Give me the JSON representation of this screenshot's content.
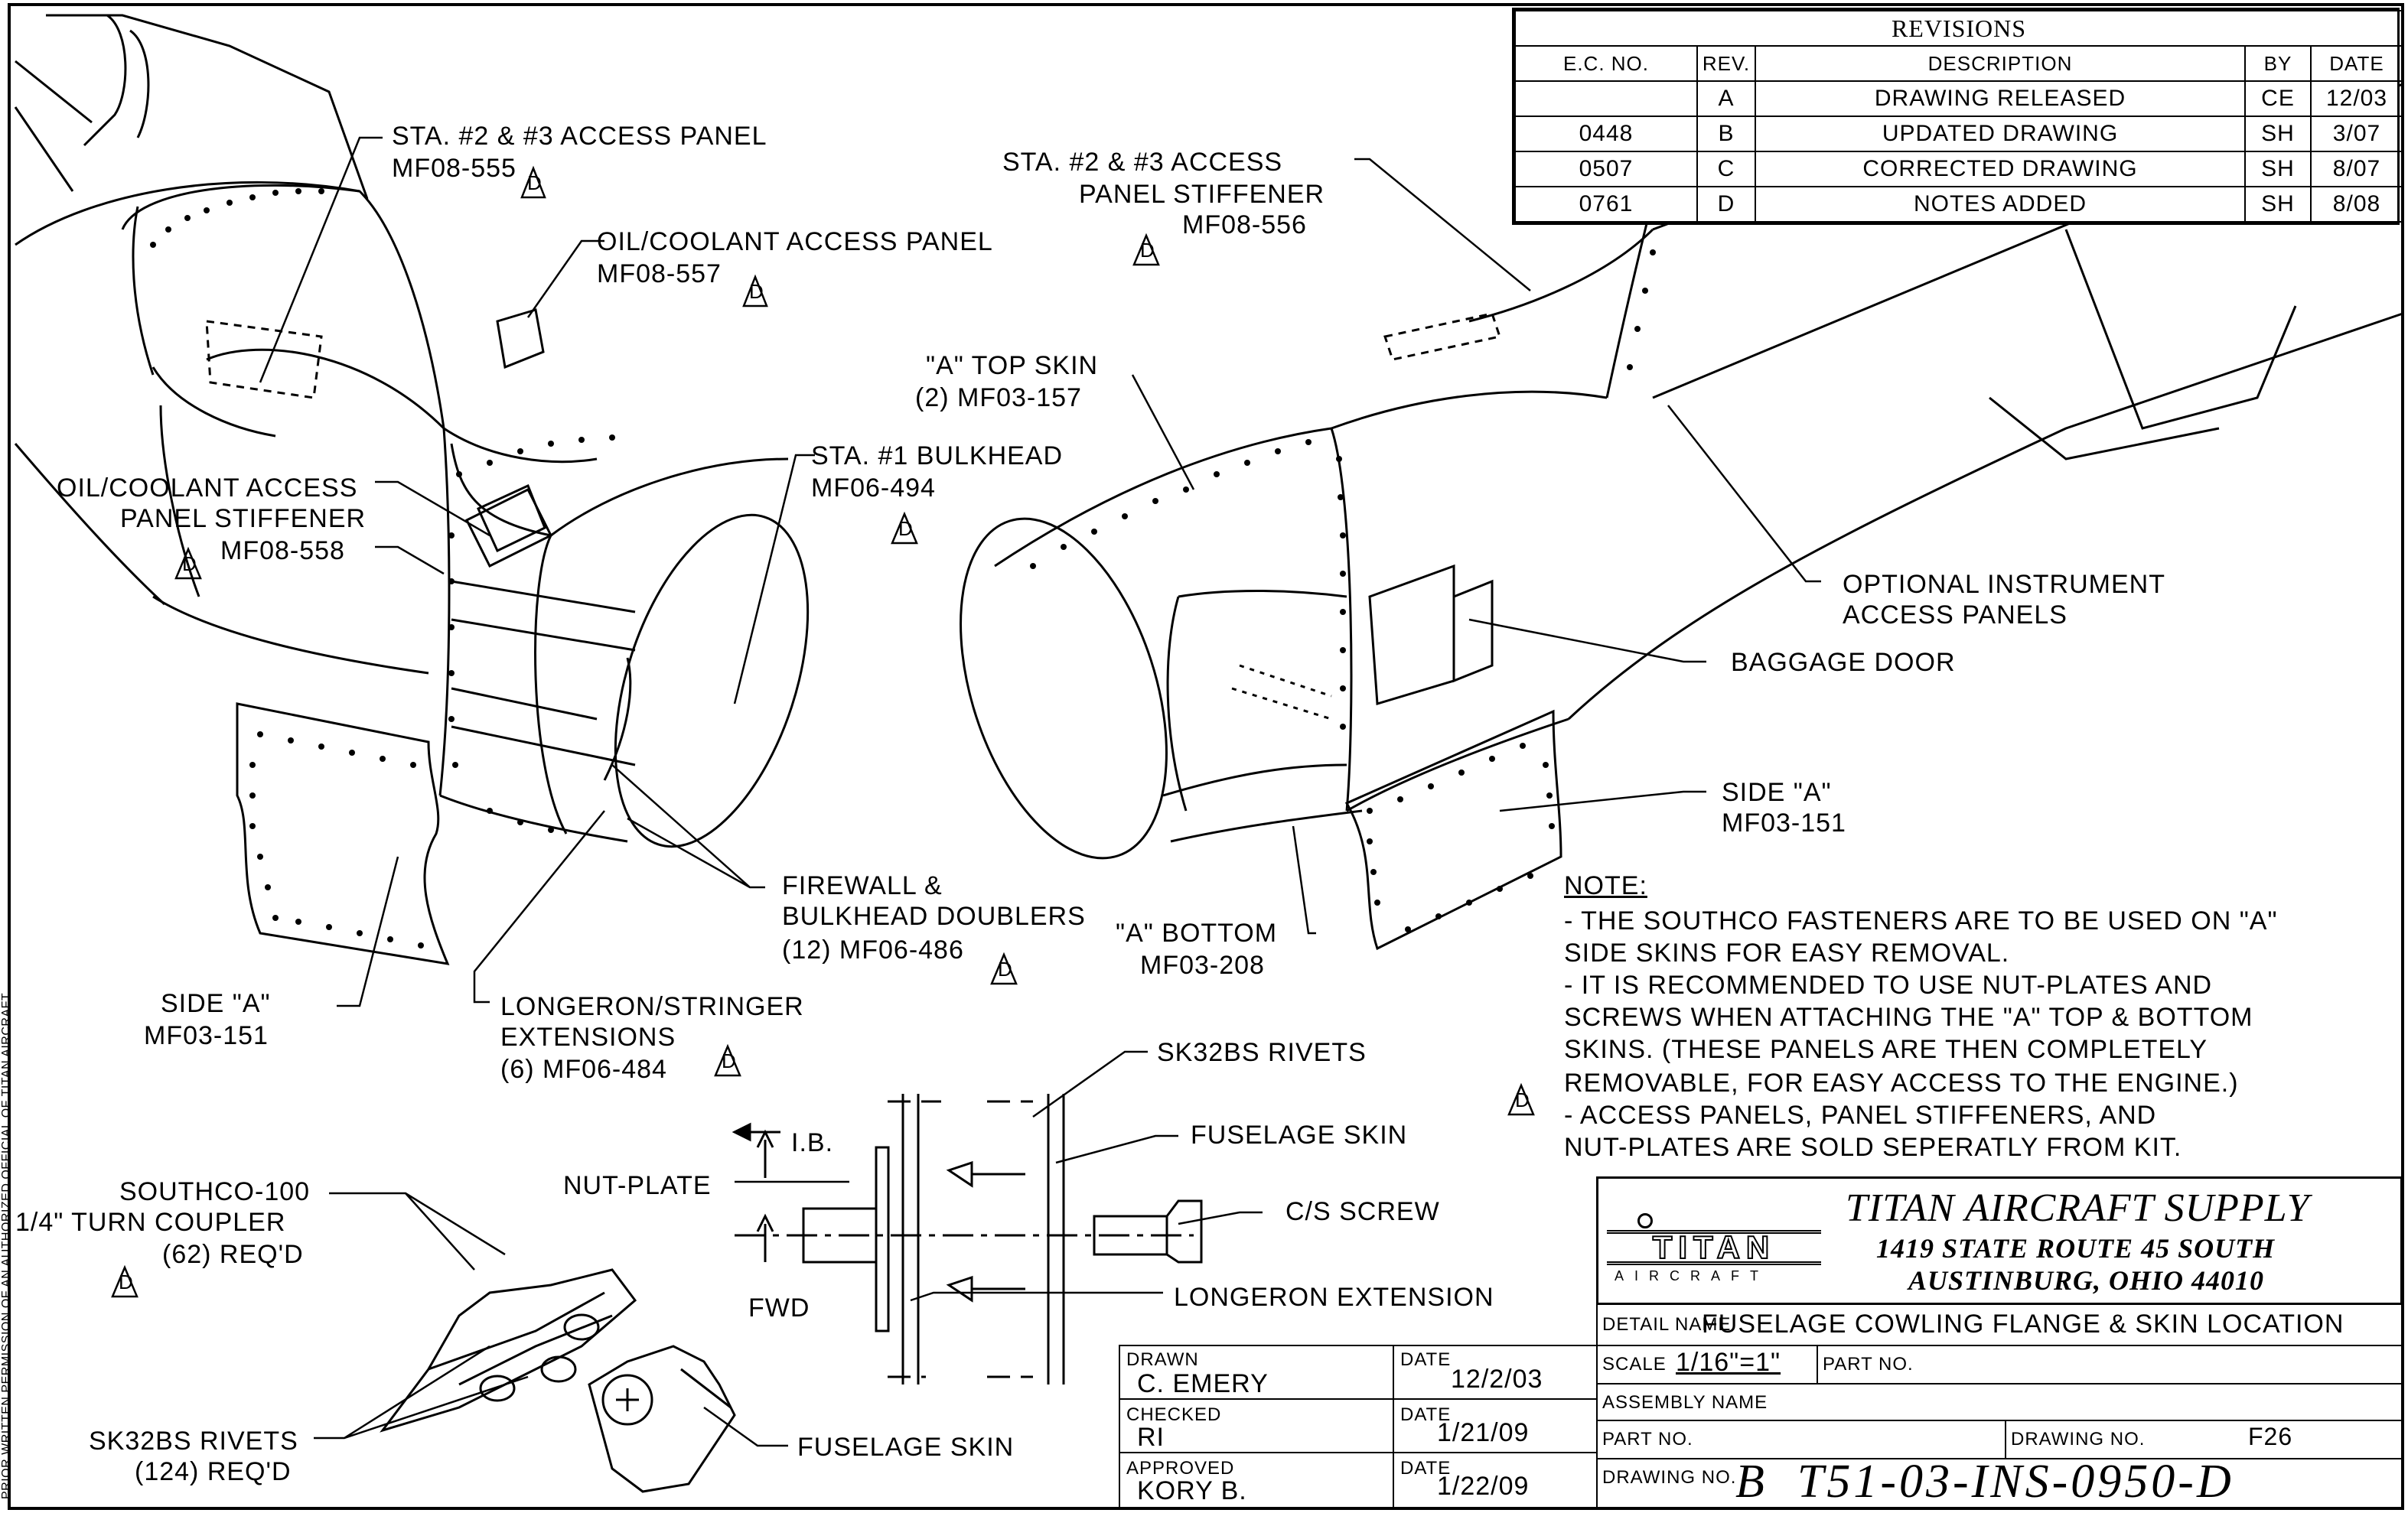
{
  "revisions": {
    "title": "REVISIONS",
    "columns": [
      "E.C. NO.",
      "REV.",
      "DESCRIPTION",
      "BY",
      "DATE"
    ],
    "rows": [
      [
        "",
        "A",
        "DRAWING RELEASED",
        "CE",
        "12/03"
      ],
      [
        "0448",
        "B",
        "UPDATED DRAWING",
        "SH",
        "3/07"
      ],
      [
        "0507",
        "C",
        "CORRECTED DRAWING",
        "SH",
        "8/07"
      ],
      [
        "0761",
        "D",
        "NOTES ADDED",
        "SH",
        "8/08"
      ]
    ]
  },
  "callouts": {
    "sta23_panel_l1": "STA. #2 & #3 ACCESS PANEL",
    "sta23_panel_l2": "MF08-555",
    "oil_panel_l1": "OIL/COOLANT ACCESS PANEL",
    "oil_panel_l2": "MF08-557",
    "oil_stiff_l1": "OIL/COOLANT ACCESS",
    "oil_stiff_l2": "PANEL STIFFENER",
    "oil_stiff_l3": "MF08-558",
    "sta1_l1": "STA. #1 BULKHEAD",
    "sta1_l2": "MF06-494",
    "sta23_stiff_l1": "STA. #2 & #3 ACCESS",
    "sta23_stiff_l2": "PANEL STIFFENER",
    "sta23_stiff_l3": "MF08-556",
    "top_skin_l1": "\"A\" TOP SKIN",
    "top_skin_l2": "(2) MF03-157",
    "optional_l1": "OPTIONAL INSTRUMENT",
    "optional_l2": "ACCESS PANELS",
    "baggage": "BAGGAGE DOOR",
    "side_a_r_l1": "SIDE \"A\"",
    "side_a_r_l2": "MF03-151",
    "firewall_l1": "FIREWALL &",
    "firewall_l2": "BULKHEAD DOUBLERS",
    "firewall_l3": "(12) MF06-486",
    "bottom_l1": "\"A\" BOTTOM",
    "bottom_l2": "MF03-208",
    "side_a_l_l1": "SIDE \"A\"",
    "side_a_l_l2": "MF03-151",
    "longeron_l1": "LONGERON/STRINGER",
    "longeron_l2": "EXTENSIONS",
    "longeron_l3": "(6) MF06-484",
    "sk32_top": "SK32BS RIVETS",
    "fuselage_skin_top": "FUSELAGE SKIN",
    "ib": "I.B.",
    "nut_plate": "NUT-PLATE",
    "cs_screw": "C/S SCREW",
    "fwd": "FWD",
    "longeron_ext": "LONGERON EXTENSION",
    "southco_l1": "SOUTHCO-100",
    "southco_l2": "1/4\" TURN COUPLER",
    "southco_l3": "(62) REQ'D",
    "sk32_bottom_l1": "SK32BS RIVETS",
    "sk32_bottom_l2": "(124) REQ'D",
    "fuselage_skin_bottom": "FUSELAGE SKIN",
    "rev_tag": "D"
  },
  "notes": {
    "heading": "NOTE:",
    "lines": [
      "- THE SOUTHCO FASTENERS ARE TO BE USED ON \"A\"",
      "SIDE SKINS FOR EASY REMOVAL.",
      "- IT IS RECOMMENDED TO USE NUT-PLATES AND",
      "SCREWS WHEN ATTACHING THE \"A\" TOP & BOTTOM",
      "SKINS. (THESE PANELS ARE THEN COMPLETELY",
      "REMOVABLE, FOR EASY ACCESS TO THE ENGINE.)",
      "- ACCESS PANELS, PANEL STIFFENERS, AND",
      "NUT-PLATES ARE SOLD SEPERATLY FROM KIT."
    ]
  },
  "title_block": {
    "company": "TITAN AIRCRAFT SUPPLY",
    "address1": "1419 STATE ROUTE 45 SOUTH",
    "address2": "AUSTINBURG, OHIO 44010",
    "logo_sub": "AIRCRAFT",
    "detail_label": "DETAIL NAME",
    "detail_value": "FUSELAGE COWLING FLANGE & SKIN LOCATION",
    "scale_label": "SCALE",
    "scale_value": "1/16\"=1\"",
    "part_label": "PART NO.",
    "assembly_label": "ASSEMBLY NAME",
    "part_label2": "PART NO.",
    "drawing_no_label": "DRAWING NO.",
    "drawing_no_value": "F26",
    "drawing_no_label2": "DRAWING NO.",
    "drawing_number": "B  T51-03-INS-0950-D",
    "drawn_label": "DRAWN",
    "drawn_value": "C. EMERY",
    "drawn_date_label": "DATE",
    "drawn_date": "12/2/03",
    "checked_label": "CHECKED",
    "checked_value": "RI",
    "checked_date_label": "DATE",
    "checked_date": "1/21/09",
    "approved_label": "APPROVED",
    "approved_value": "KORY B.",
    "approved_date_label": "DATE",
    "approved_date": "1/22/09"
  },
  "side_note": "PRIOR WRITTEN PERMISSION OF AN AUTHORIZED OFFICIAL OF TITAN AIRCRAFT."
}
